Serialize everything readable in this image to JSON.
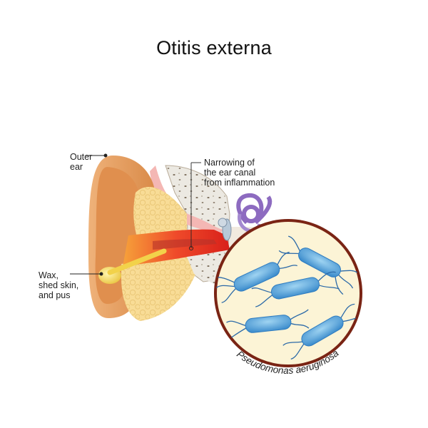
{
  "title": "Otitis externa",
  "labels": {
    "outer_ear": "Outer\near",
    "narrowing": "Narrowing of\nthe ear canal\nfrom inflammation",
    "wax": "Wax,\nshed skin,\nand pus"
  },
  "magnifier_caption": "Pseudomonas aeruginosa",
  "colors": {
    "skin": "#e8a062",
    "skin_dark": "#c97a3c",
    "cartilage": "#f8d98e",
    "bone": "#e9e6df",
    "inflammation": "#e8231e",
    "bacteria": "#58a9dc",
    "flagella": "#2c6aa8",
    "lens_rim": "#7a2414",
    "lens_fill": "#fcf4d6",
    "inner_ear": "#8d6bc0"
  },
  "icons": [
    "bacterium-icon",
    "magnifier-circle"
  ]
}
